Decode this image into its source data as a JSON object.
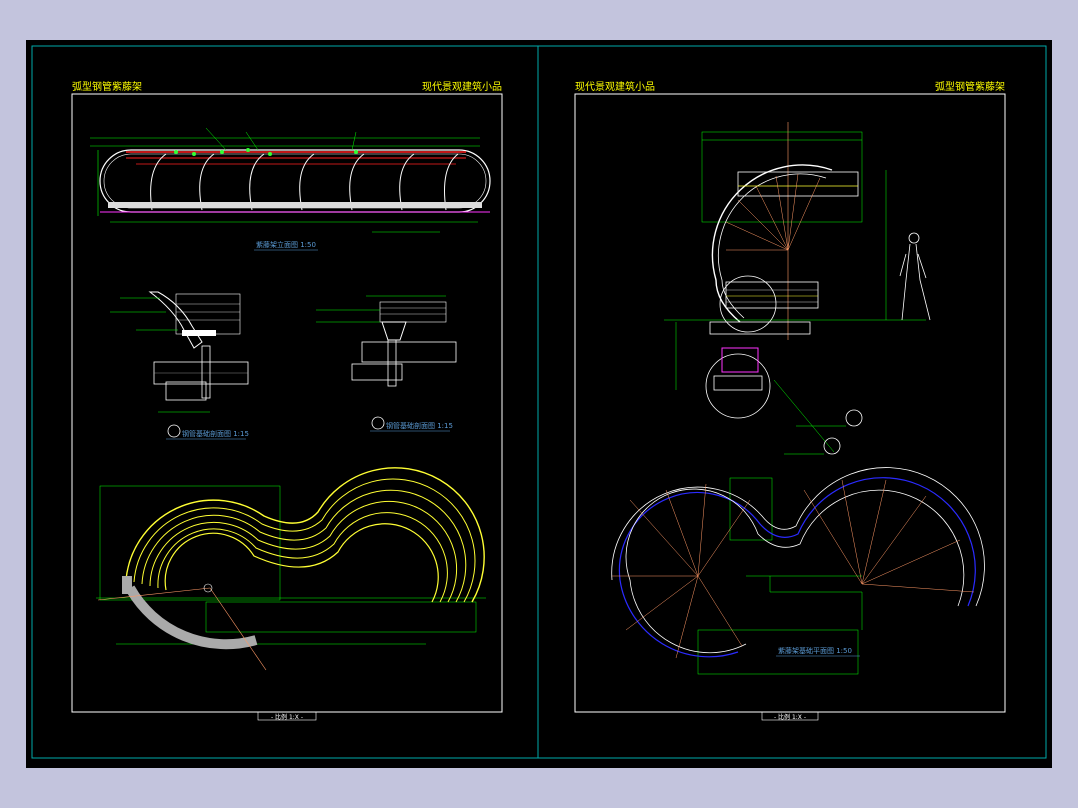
{
  "left_sheet": {
    "header_left": "弧型钢管紫藤架",
    "header_right": "现代景观建筑小品",
    "elevation_caption": "紫藤架立面图  1:50",
    "section_a_caption": "钢管基础剖面图 1:15",
    "section_b_caption": "钢管基础剖面图 1:15",
    "title_block": "- 比例 1:X -"
  },
  "right_sheet": {
    "header_left": "现代景观建筑小品",
    "header_right": "弧型钢管紫藤架",
    "plan_caption": "紫藤架基础平面图  1:50",
    "title_block": "- 比例 1:X -"
  },
  "colors": {
    "background": "#000000",
    "frame": "#00aaaa",
    "border": "#ffffff",
    "title_text": "#ffff00",
    "dimension": "#00ff00",
    "beam": "#ff2020",
    "pergola_plan": "#ffff33",
    "foundation_ring": "#2b2bff",
    "radial": "#ff9966",
    "bench": "#bbbbbb"
  }
}
